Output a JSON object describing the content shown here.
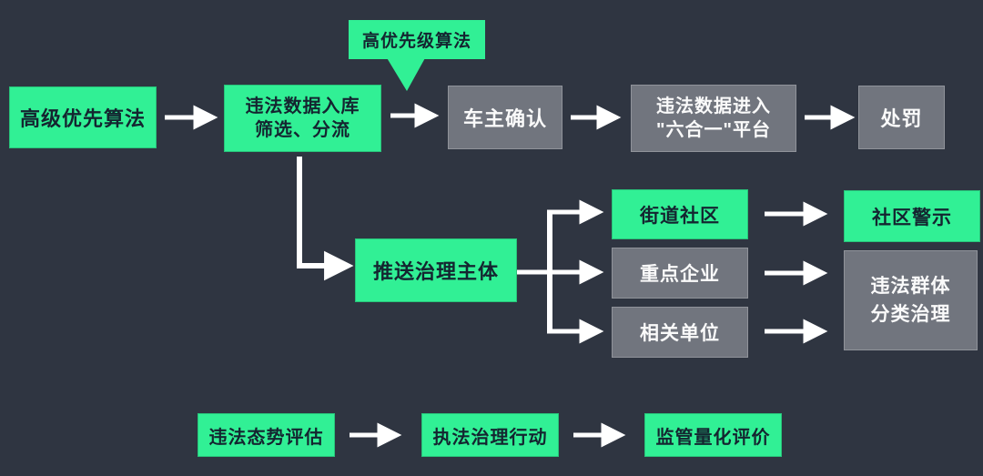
{
  "palette": {
    "bg": "#2f3541",
    "green": "#31f095",
    "gray": "#71757e",
    "ink-dark": "#142530",
    "ink-light": "#fafafa",
    "line": "#ffffff"
  },
  "callout": {
    "label": "高优先级算法"
  },
  "nodes": {
    "adv": {
      "label": "高级优先算法"
    },
    "intake": {
      "label": "违法数据入库\n筛选、分流"
    },
    "owner": {
      "label": "车主确认"
    },
    "platform": {
      "label": "违法数据进入\n\"六合一\"平台"
    },
    "punish": {
      "label": "处罚"
    },
    "push": {
      "label": "推送治理主体"
    },
    "street": {
      "label": "街道社区"
    },
    "enterprise": {
      "label": "重点企业"
    },
    "related": {
      "label": "相关单位"
    },
    "warning": {
      "label": "社区警示"
    },
    "group": {
      "label": "违法群体\n分类治理"
    },
    "assess": {
      "label": "违法态势评估"
    },
    "action": {
      "label": "执法治理行动"
    },
    "evaluate": {
      "label": "监管量化评价"
    }
  }
}
